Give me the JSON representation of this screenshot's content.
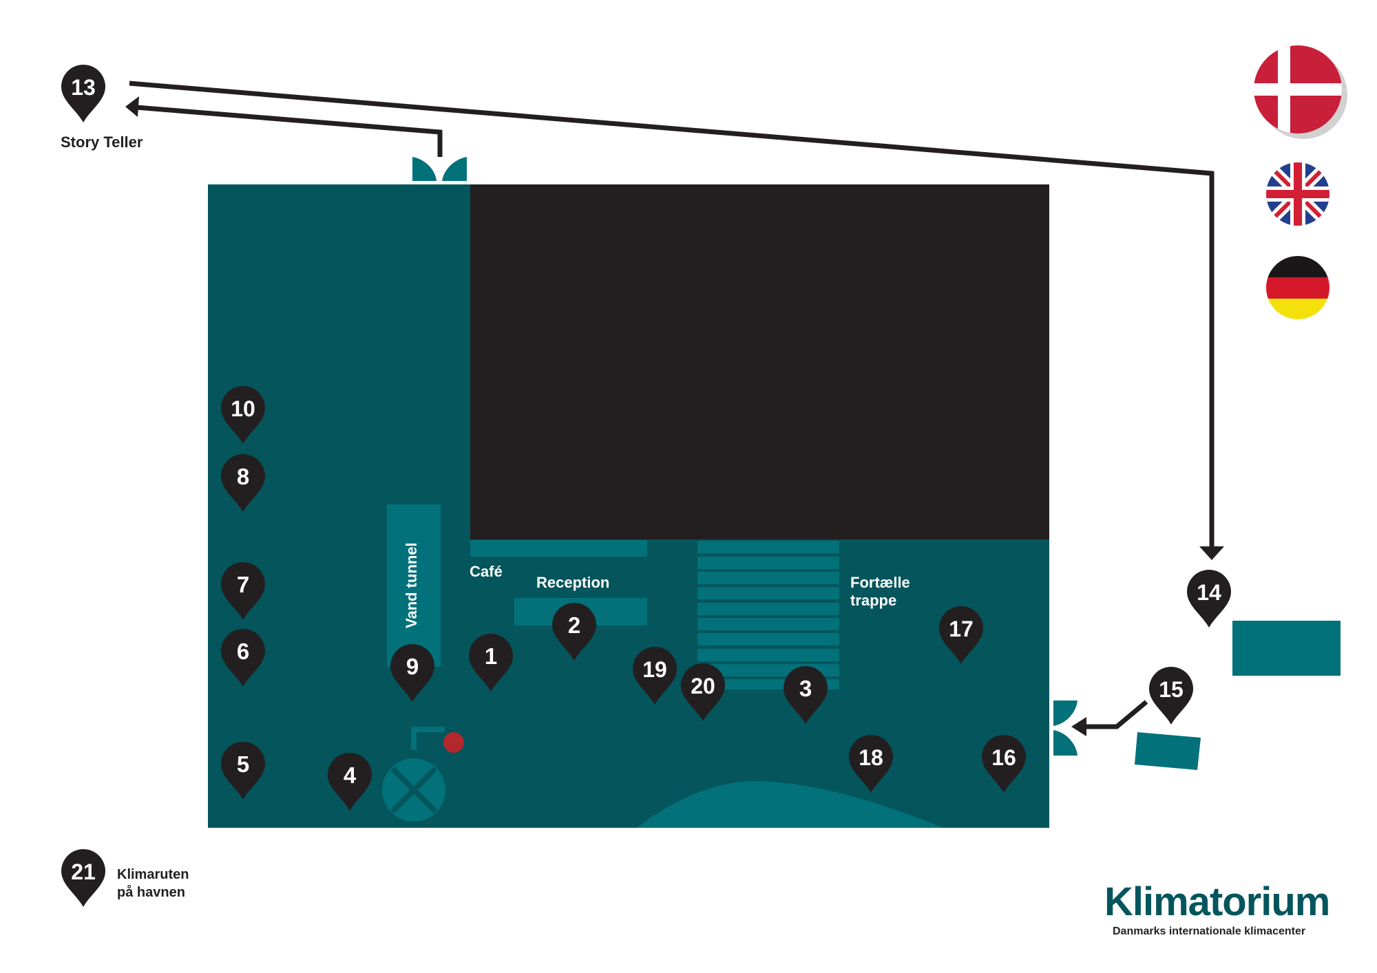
{
  "map": {
    "colors": {
      "floor": "#04555c",
      "accent": "#02717a",
      "hall": "#231f20",
      "pin": "#231f20",
      "pin_text": "#ffffff",
      "label_dark": "#231f20",
      "label_light": "#ffffff",
      "dot": "#b3272d"
    },
    "labels": {
      "cafe": "Café",
      "reception": "Reception",
      "fortaelle_1": "Fortælle",
      "fortaelle_2": "trappe",
      "vand_tunnel": "Vand tunnel",
      "story_teller": "Story Teller",
      "klimaruten_1": "Klimaruten",
      "klimaruten_2": "på havnen"
    },
    "pins": [
      {
        "id": "13",
        "label": "13"
      },
      {
        "id": "10",
        "label": "10"
      },
      {
        "id": "8",
        "label": "8"
      },
      {
        "id": "7",
        "label": "7"
      },
      {
        "id": "6",
        "label": "6"
      },
      {
        "id": "5",
        "label": "5"
      },
      {
        "id": "4",
        "label": "4"
      },
      {
        "id": "9",
        "label": "9"
      },
      {
        "id": "1",
        "label": "1"
      },
      {
        "id": "2",
        "label": "2"
      },
      {
        "id": "19",
        "label": "19"
      },
      {
        "id": "20",
        "label": "20"
      },
      {
        "id": "3",
        "label": "3"
      },
      {
        "id": "17",
        "label": "17"
      },
      {
        "id": "18",
        "label": "18"
      },
      {
        "id": "16",
        "label": "16"
      },
      {
        "id": "14",
        "label": "14"
      },
      {
        "id": "15",
        "label": "15"
      },
      {
        "id": "21",
        "label": "21"
      }
    ]
  },
  "languages": [
    {
      "name": "Dansk",
      "icon": "denmark-flag-icon",
      "selected": true
    },
    {
      "name": "English",
      "icon": "uk-flag-icon",
      "selected": false
    },
    {
      "name": "Deutsch",
      "icon": "germany-flag-icon",
      "selected": false
    }
  ],
  "brand": {
    "name": "Klimatorium",
    "tagline": "Danmarks internationale klimacenter",
    "color": "#04555c"
  }
}
